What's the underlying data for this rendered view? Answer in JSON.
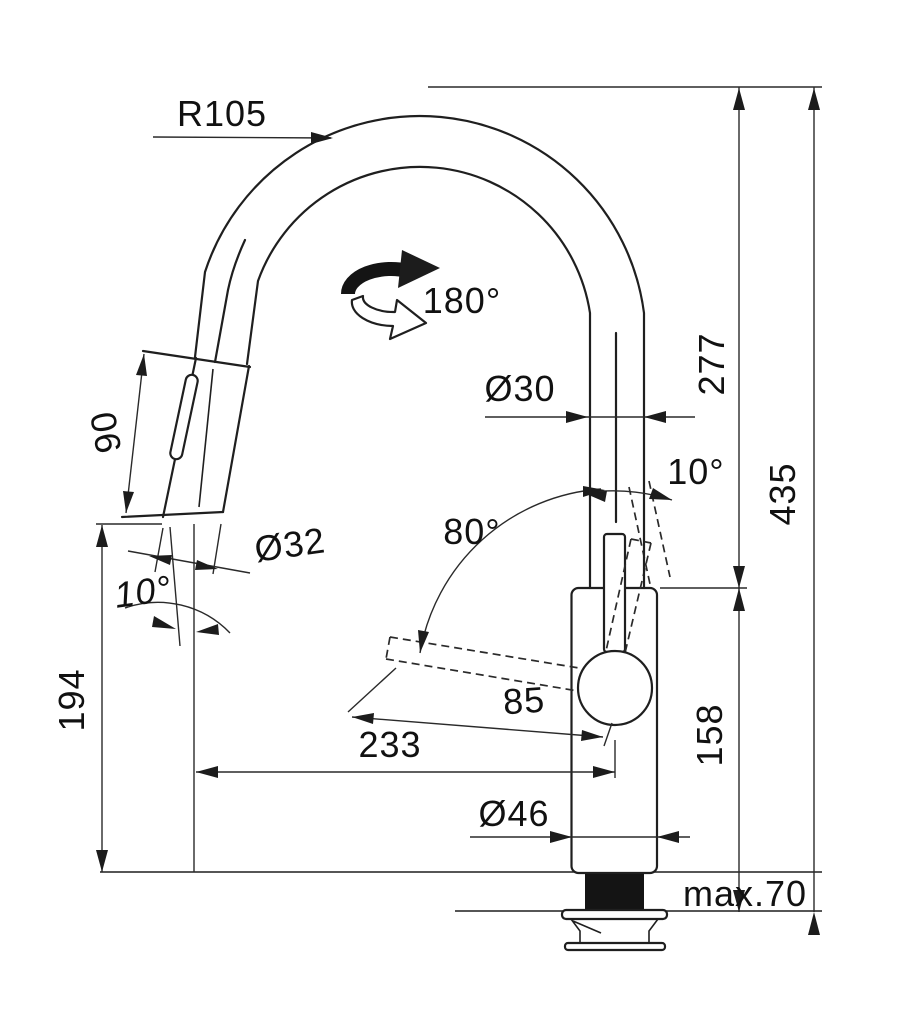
{
  "drawing": {
    "title": "faucet-dimension-drawing",
    "labels": {
      "radius": "R105",
      "rotation": "180°",
      "spout_diameter": "Ø30",
      "spout_tilt": "10°",
      "handle_angle": "80°",
      "spray_length": "90",
      "spray_diameter": "Ø32",
      "spray_angle": "10°",
      "height_to_spray": "194",
      "reach": "233",
      "handle_length": "85",
      "body_diameter": "Ø46",
      "body_height": "158",
      "height_to_spout": "277",
      "total_height": "435",
      "deck_max": "max.70"
    },
    "colors": {
      "line": "#1f1f1f",
      "background": "#ffffff",
      "shank_fill": "#141414"
    }
  }
}
